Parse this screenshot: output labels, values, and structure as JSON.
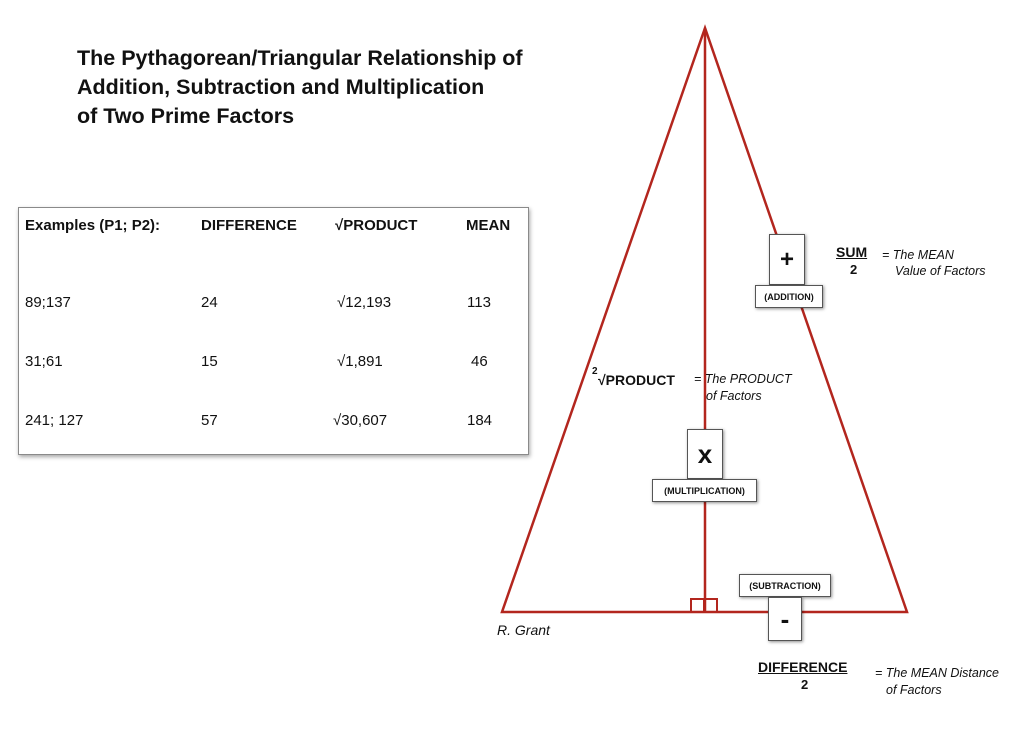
{
  "title": {
    "line1": "The Pythagorean/Triangular Relationship of",
    "line2": "Addition, Subtraction and Multiplication",
    "line3": "of Two Prime Factors"
  },
  "table": {
    "headers": [
      "Examples (P1; P2):",
      "DIFFERENCE",
      "√PRODUCT",
      "MEAN"
    ],
    "rows": [
      [
        "89;137",
        "24",
        "√12,193",
        "113"
      ],
      [
        "31;61",
        "15",
        "√1,891",
        "46"
      ],
      [
        "241; 127",
        "57",
        "√30,607",
        "184"
      ]
    ]
  },
  "diagram": {
    "line_color": "#b3261e",
    "addition": {
      "symbol": "+",
      "label": "(ADDITION)"
    },
    "multiplication": {
      "symbol": "x",
      "label": "(MULTIPLICATION)"
    },
    "subtraction": {
      "symbol": "-",
      "label": "(SUBTRACTION)"
    },
    "sum": {
      "numerator": "SUM",
      "denominator": "2",
      "desc_line1": "= The MEAN",
      "desc_line2": "Value of Factors"
    },
    "product": {
      "superscript": "2",
      "term": "√PRODUCT",
      "desc_line1": "= The PRODUCT",
      "desc_line2": "of Factors"
    },
    "difference": {
      "numerator": "DIFFERENCE",
      "denominator": "2",
      "desc_line1": "= The MEAN Distance",
      "desc_line2": "of Factors"
    },
    "signature": "R. Grant"
  }
}
